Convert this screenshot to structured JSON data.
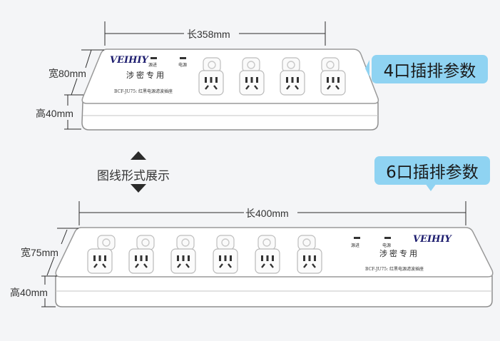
{
  "top_strip": {
    "length_label": "长358mm",
    "width_label": "宽80mm",
    "height_label": "高40mm",
    "tag_label": "4口插排参数",
    "brand": "VEIHIY",
    "indicator_left": "源进",
    "indicator_right": "电源",
    "product_label": "涉密专用",
    "model_text": "BCF-JU75: 红黑电源滤波插座"
  },
  "middle": {
    "label": "图线形式展示"
  },
  "bottom_strip": {
    "length_label": "长400mm",
    "width_label": "宽75mm",
    "height_label": "高40mm",
    "tag_label": "6口插排参数",
    "brand": "VEIHIY",
    "indicator_left": "源进",
    "indicator_right": "电源",
    "product_label": "涉密专用",
    "model_text": "BCF-JU75: 红黑电源滤波插座"
  },
  "colors": {
    "tag_bg": "#8fd3f2",
    "line": "#2b2b2b",
    "body_fill": "#ffffff",
    "body_stroke": "#9a9a9a",
    "brand": "#1c1c6e"
  }
}
